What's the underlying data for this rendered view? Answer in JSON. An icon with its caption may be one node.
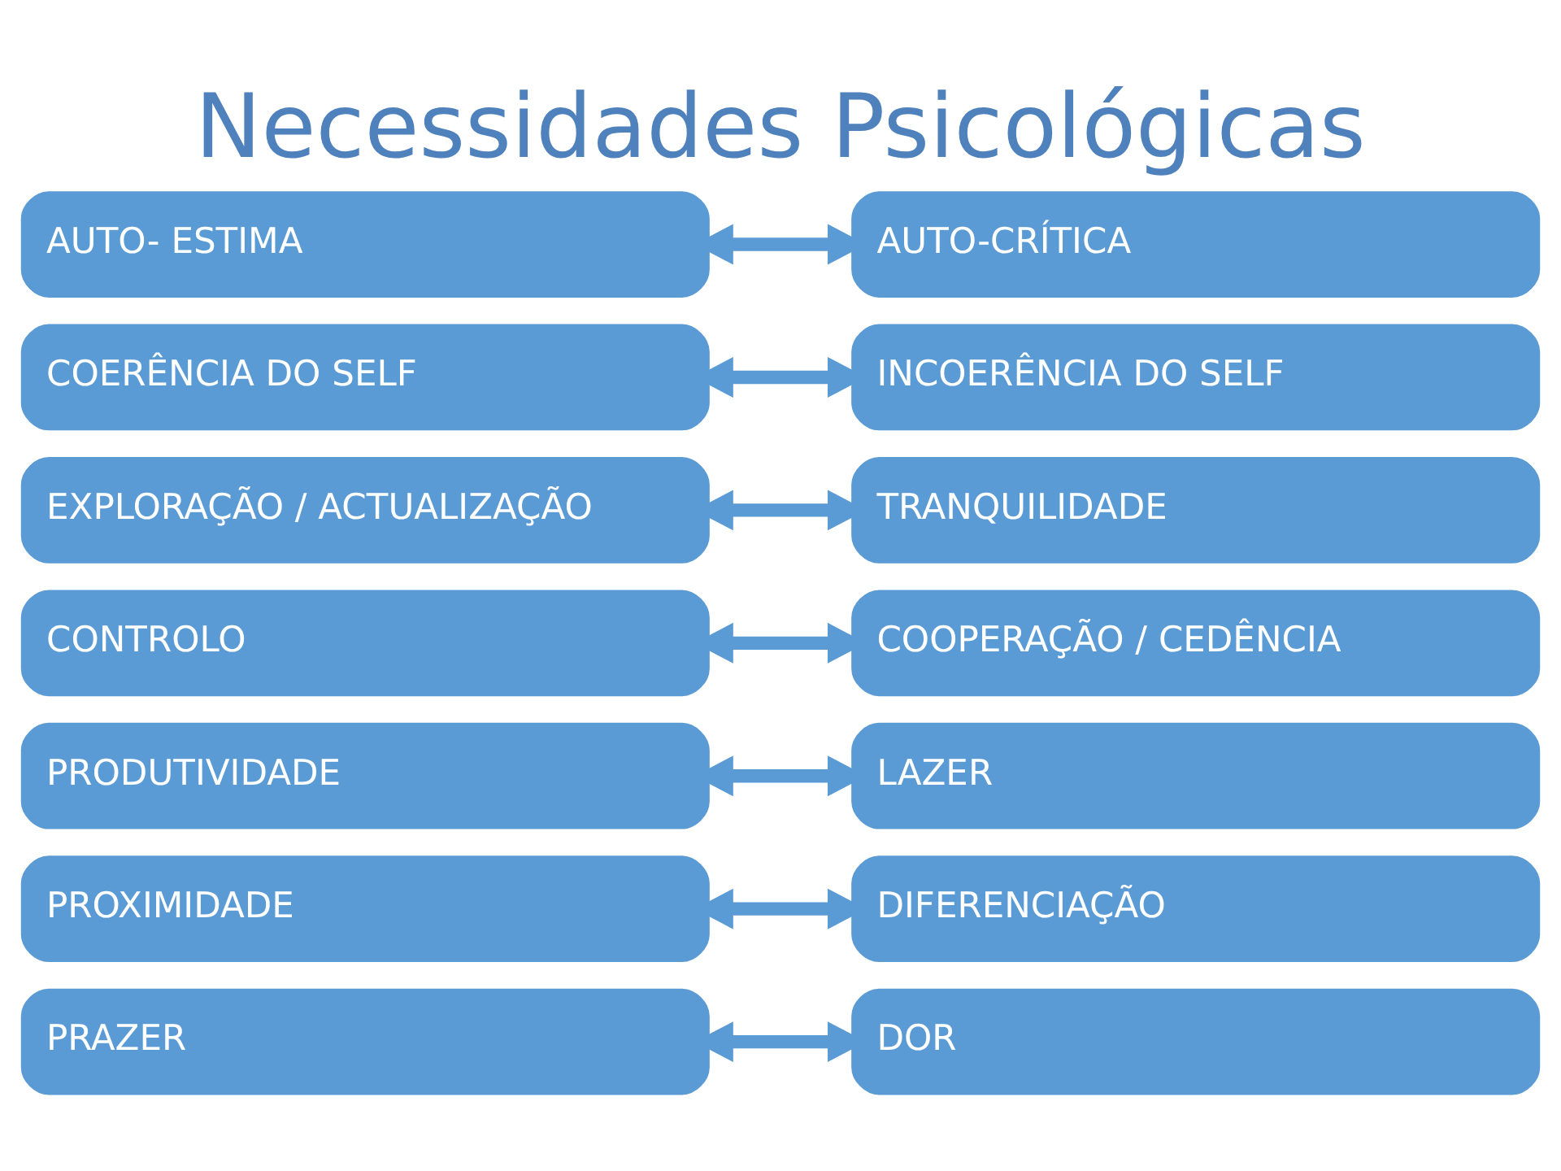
{
  "diagram": {
    "title": "Necessidades Psicológicas",
    "nodes": [
      {
        "text": [
          "PRAZER"
        ]
      },
      {
        "text": [
          "PROXIMIDADE"
        ]
      },
      {
        "text": [
          "PRODUTIVIDADE"
        ]
      },
      {
        "text": [
          "CONTROLO"
        ]
      },
      {
        "text": [
          "EXPLORAÇÃO / ACTUALIZAÇÃO"
        ]
      },
      {
        "text": [
          "COERÊNCIA DO SELF"
        ]
      },
      {
        "text": [
          "AUTO- ESTIMA"
        ]
      },
      {
        "text": [
          "DOR"
        ]
      },
      {
        "text": [
          "DIFERENCIAÇÃO"
        ]
      },
      {
        "text": [
          "LAZER"
        ]
      },
      {
        "text": [
          "COOPERAÇÃO / CEDÊNCIA"
        ]
      },
      {
        "text": [
          "TRANQUILIDADE"
        ]
      },
      {
        "text": [
          "INCOERÊNCIA DO SELF"
        ]
      },
      {
        "text": [
          "AUTO-CRÍTICA"
        ]
      }
    ],
    "edges": [
      {
        "from": 0,
        "to": 7,
        "arrow": "both"
      },
      {
        "from": 1,
        "to": 8,
        "arrow": "both"
      },
      {
        "from": 2,
        "to": 9,
        "arrow": "both"
      },
      {
        "from": 3,
        "to": 10,
        "arrow": "both"
      },
      {
        "from": 4,
        "to": 11,
        "arrow": "both"
      },
      {
        "from": 5,
        "to": 12,
        "arrow": "both"
      },
      {
        "from": 6,
        "to": 13,
        "arrow": "both"
      }
    ]
  }
}
